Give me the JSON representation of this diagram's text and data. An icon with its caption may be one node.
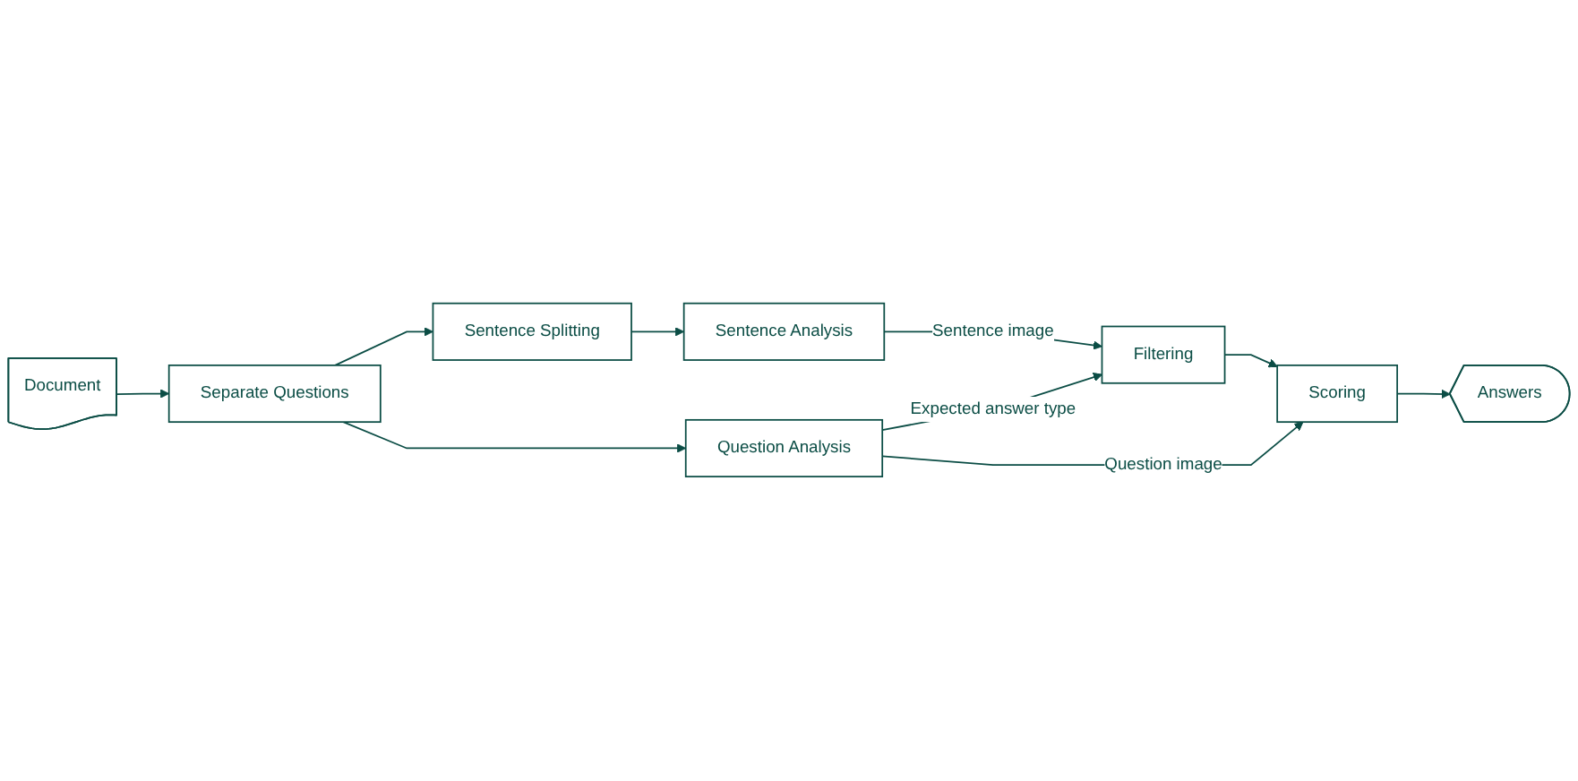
{
  "diagram": {
    "nodes": [
      {
        "text": [
          "Document"
        ]
      },
      {
        "text": [
          "Separate Questions"
        ]
      },
      {
        "text": [
          "Sentence Splitting"
        ]
      },
      {
        "text": [
          "Sentence Analysis"
        ]
      },
      {
        "text": [
          "Question Analysis"
        ]
      },
      {
        "text": [
          "Filtering"
        ]
      },
      {
        "text": [
          "Scoring"
        ]
      },
      {
        "text": [
          "Answers"
        ]
      }
    ],
    "edges": [
      {
        "from": 0,
        "to": 1,
        "arrow": "to"
      },
      {
        "from": 1,
        "to": 2,
        "arrow": "to"
      },
      {
        "from": 2,
        "to": 3,
        "arrow": "to"
      },
      {
        "from": 1,
        "to": 4,
        "arrow": "to"
      },
      {
        "from": 3,
        "to": 5,
        "arrow": "to",
        "label": "Sentence image"
      },
      {
        "from": 4,
        "to": 5,
        "arrow": "to",
        "label": "Expected answer type"
      },
      {
        "from": 4,
        "to": 6,
        "arrow": "to",
        "label": "Question image"
      },
      {
        "from": 5,
        "to": 6,
        "arrow": "to"
      },
      {
        "from": 6,
        "to": 7,
        "arrow": "to"
      }
    ]
  }
}
